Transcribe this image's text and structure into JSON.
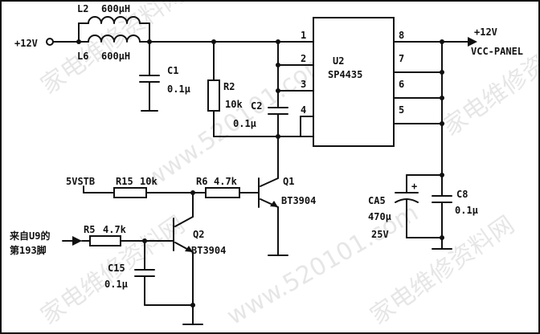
{
  "power_input": {
    "label": "+12V"
  },
  "output": {
    "voltage": "+12V",
    "net": "VCC-PANEL"
  },
  "inductors": [
    {
      "ref": "L2",
      "value": "600μH"
    },
    {
      "ref": "L6",
      "value": "600μH"
    }
  ],
  "capacitors": {
    "c1": {
      "ref": "C1",
      "value": "0.1μ"
    },
    "c2": {
      "ref": "C2",
      "value": "0.1μ"
    },
    "c8": {
      "ref": "C8",
      "value": "0.1μ"
    },
    "c15": {
      "ref": "C15",
      "value": "0.1μ"
    },
    "ca5": {
      "ref": "CA5",
      "value": "470μ",
      "voltage": "25V"
    }
  },
  "resistors": {
    "r2": {
      "ref": "R2",
      "value": "10k"
    },
    "r15": {
      "ref": "R15",
      "value": "10k"
    },
    "r6": {
      "ref": "R6",
      "value": "4.7k"
    },
    "r5": {
      "ref": "R5",
      "value": "4.7k"
    }
  },
  "ic": {
    "ref": "U2",
    "part": "SP4435",
    "pins_left": [
      "1",
      "2",
      "3",
      "4"
    ],
    "pins_right": [
      "8",
      "7",
      "6",
      "5"
    ]
  },
  "transistors": {
    "q1": {
      "ref": "Q1",
      "part": "BT3904"
    },
    "q2": {
      "ref": "Q2",
      "part": "BT3904"
    }
  },
  "standby_input": {
    "label": "5VSTB"
  },
  "control_input": {
    "line1": "来自U9的",
    "line2": "第193脚"
  },
  "watermarks": [
    "家电维修资料网",
    "www.520101.com",
    "家电维修资料网",
    "家电维修资料网",
    "www.520101.com",
    "家电维修资料网"
  ]
}
